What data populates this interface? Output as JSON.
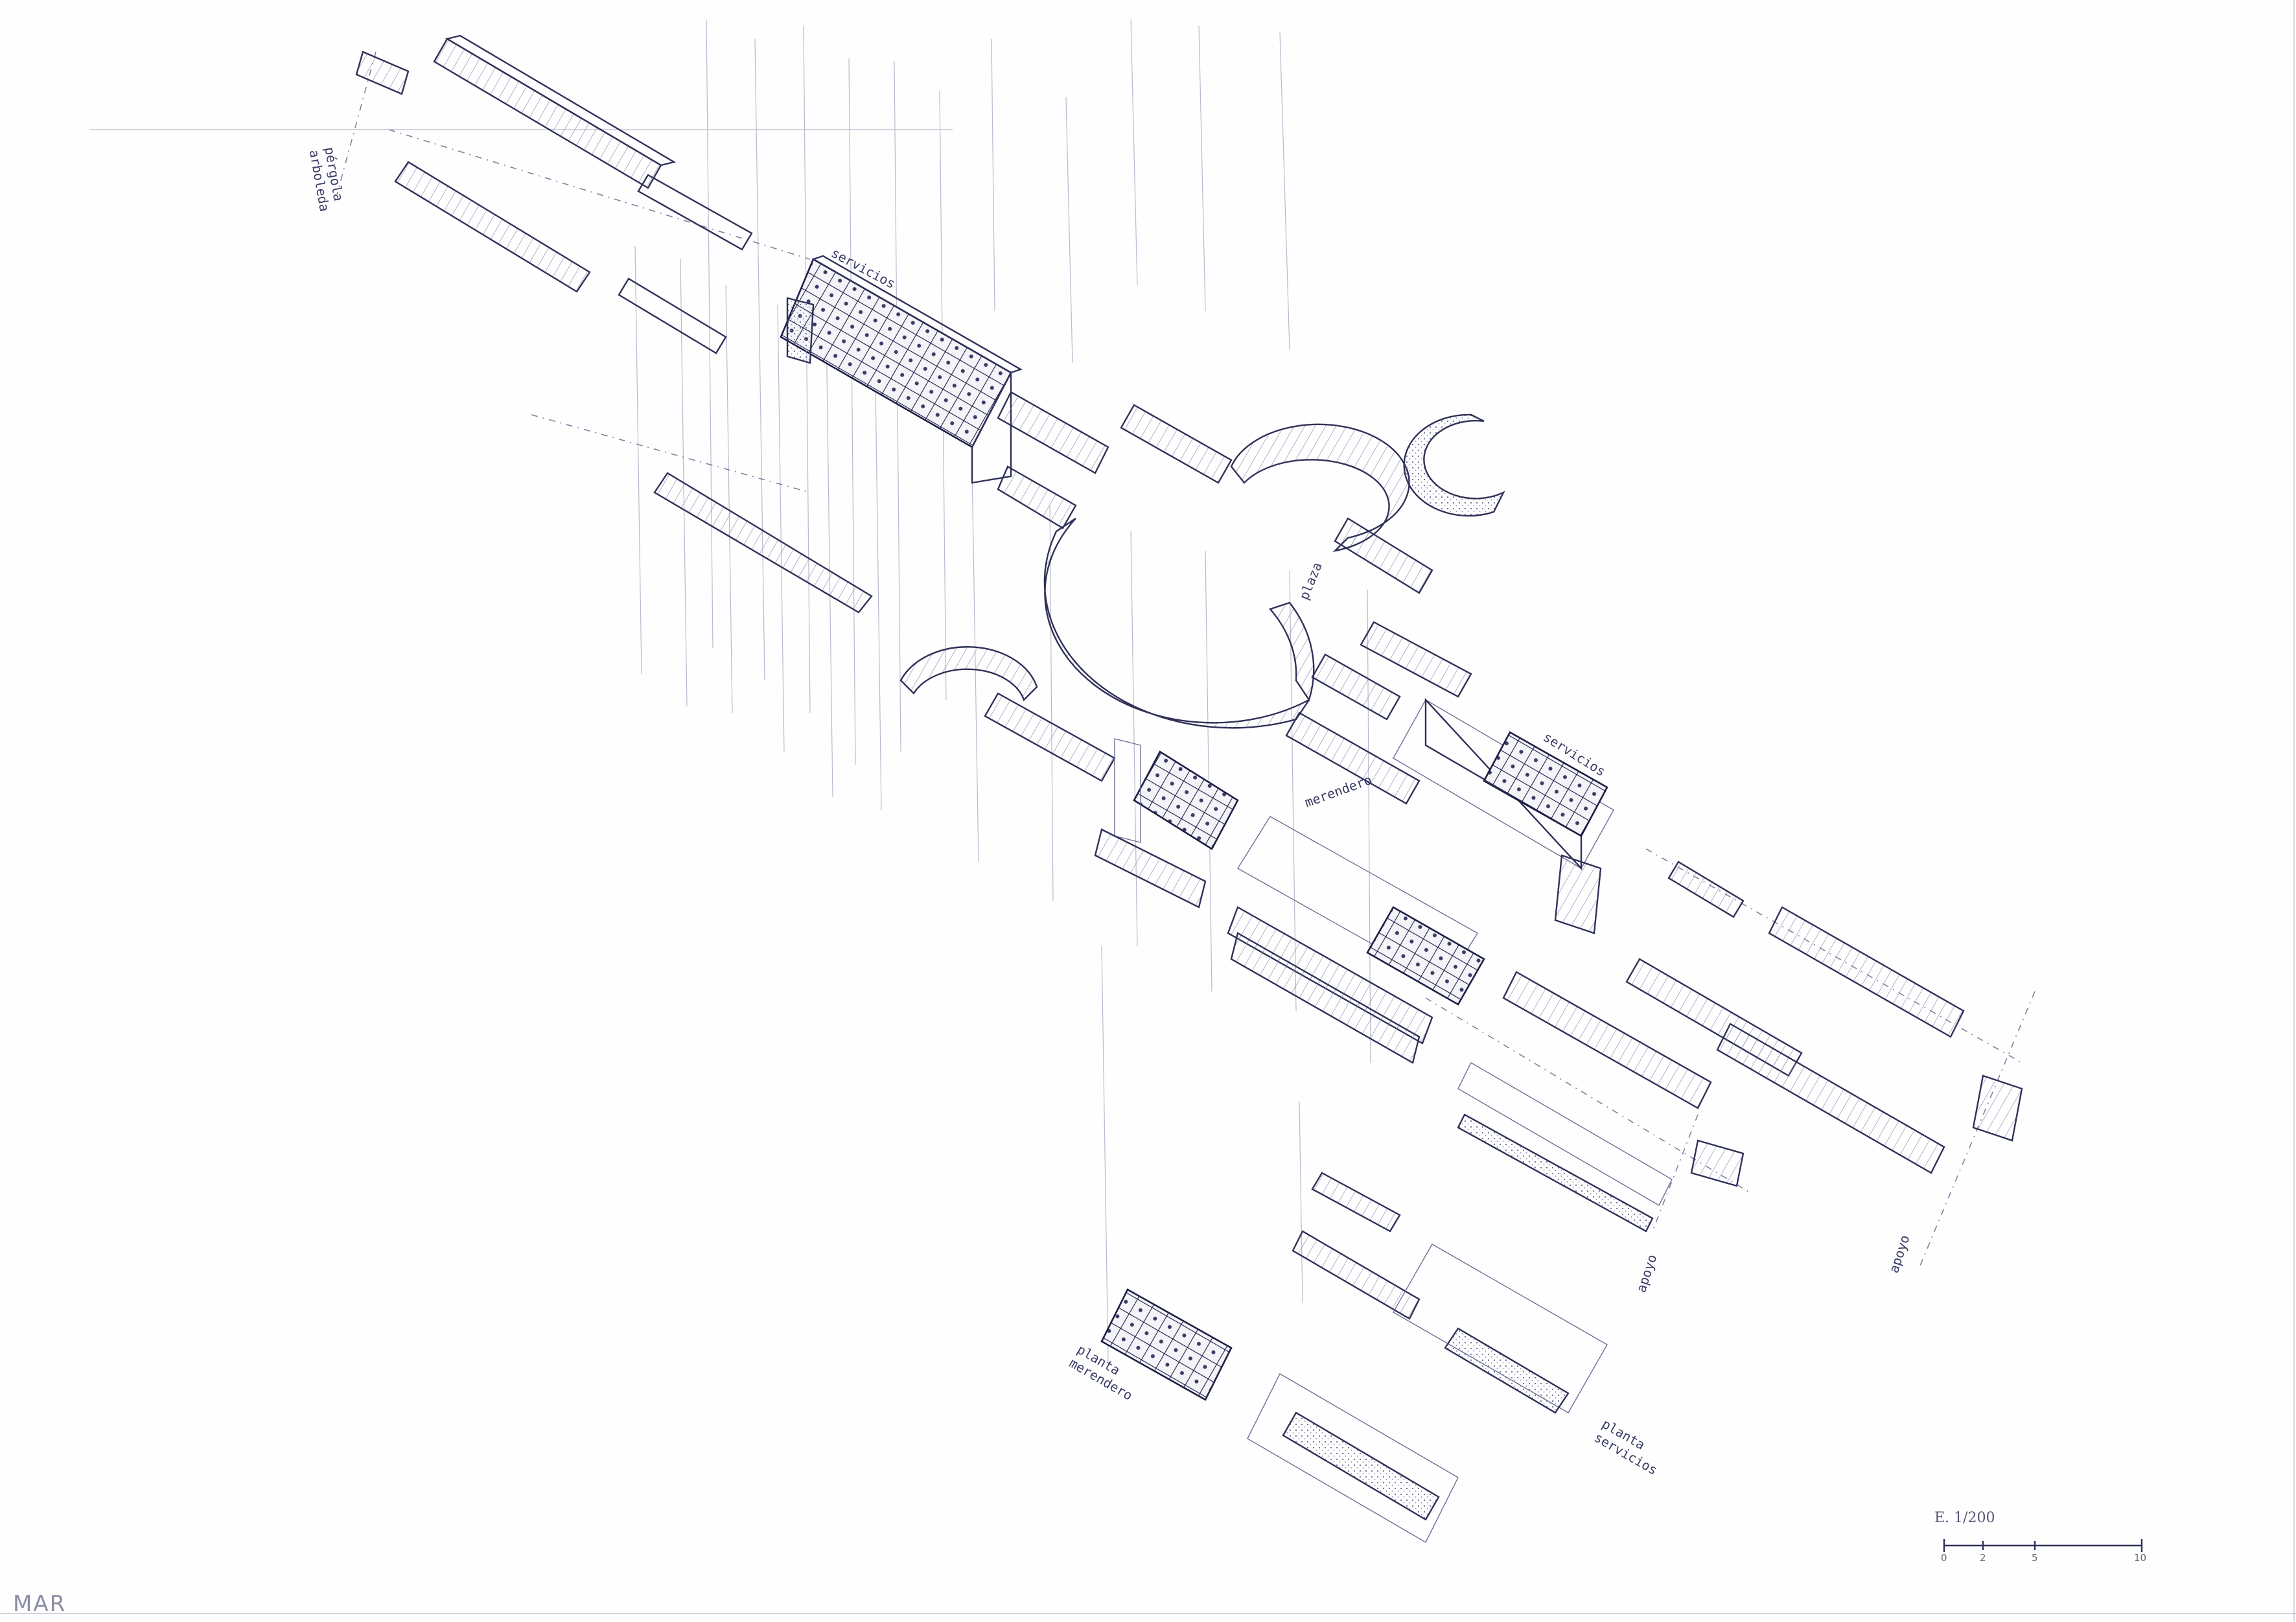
{
  "labels": {
    "pergola": [
      "pérgola",
      "arboleda"
    ],
    "servicios_top": [
      "servicios"
    ],
    "plaza": [
      "plaza"
    ],
    "servicios_right": [
      "servicios"
    ],
    "merendero": [
      "merendero"
    ],
    "apoyo_left": [
      "apoyo"
    ],
    "apoyo_right": [
      "apoyo"
    ],
    "planta_merendero": [
      "planta",
      "merendero"
    ],
    "planta_servicios": [
      "planta",
      "servicios"
    ]
  },
  "scale": {
    "text": "E. 1/200",
    "ticks": [
      "0",
      "2",
      "5",
      "10"
    ]
  },
  "signature": "MAR",
  "colors": {
    "ink": "#2f3158",
    "paper": "#fefefe"
  }
}
